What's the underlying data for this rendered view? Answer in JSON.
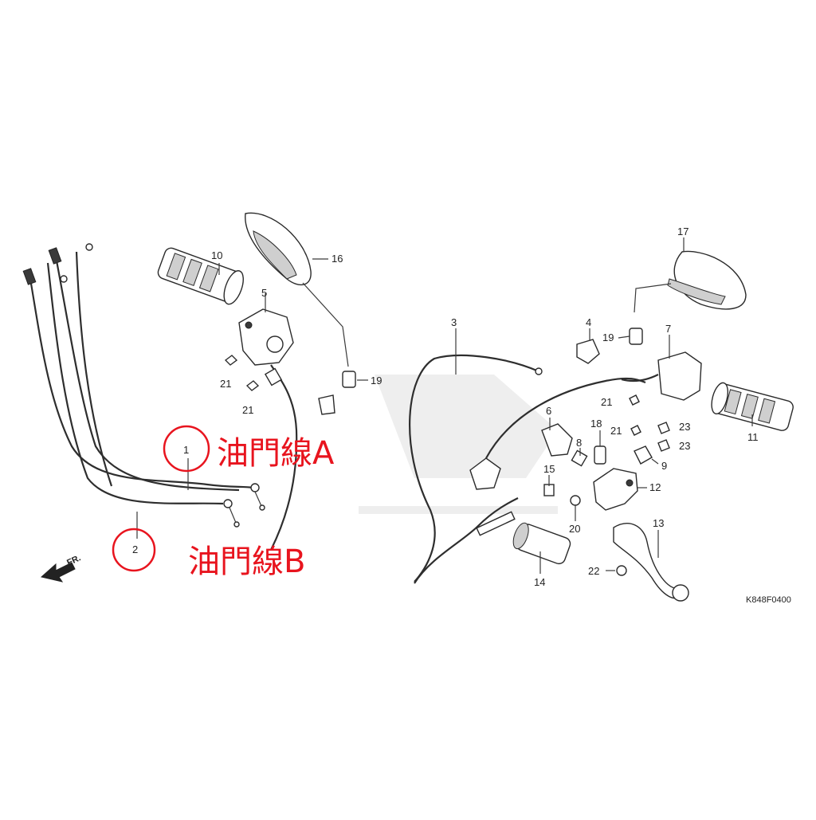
{
  "diagram": {
    "parts": [
      {
        "num": "1"
      },
      {
        "num": "2"
      },
      {
        "num": "3"
      },
      {
        "num": "4"
      },
      {
        "num": "5"
      },
      {
        "num": "6"
      },
      {
        "num": "7"
      },
      {
        "num": "8"
      },
      {
        "num": "9"
      },
      {
        "num": "10"
      },
      {
        "num": "11"
      },
      {
        "num": "12"
      },
      {
        "num": "13"
      },
      {
        "num": "14"
      },
      {
        "num": "15"
      },
      {
        "num": "16"
      },
      {
        "num": "17"
      },
      {
        "num": "18"
      },
      {
        "num": "19"
      },
      {
        "num": "19"
      },
      {
        "num": "20"
      },
      {
        "num": "21"
      },
      {
        "num": "21"
      },
      {
        "num": "21"
      },
      {
        "num": "21"
      },
      {
        "num": "22"
      },
      {
        "num": "23"
      },
      {
        "num": "23"
      }
    ],
    "front_marker": "FR.",
    "drawing_code": "K848F0400",
    "annotations": {
      "cable_a": "油門線A",
      "cable_b": "油門線B"
    },
    "colors": {
      "annotation": "#e8141e",
      "line": "#2a2a2a"
    }
  }
}
